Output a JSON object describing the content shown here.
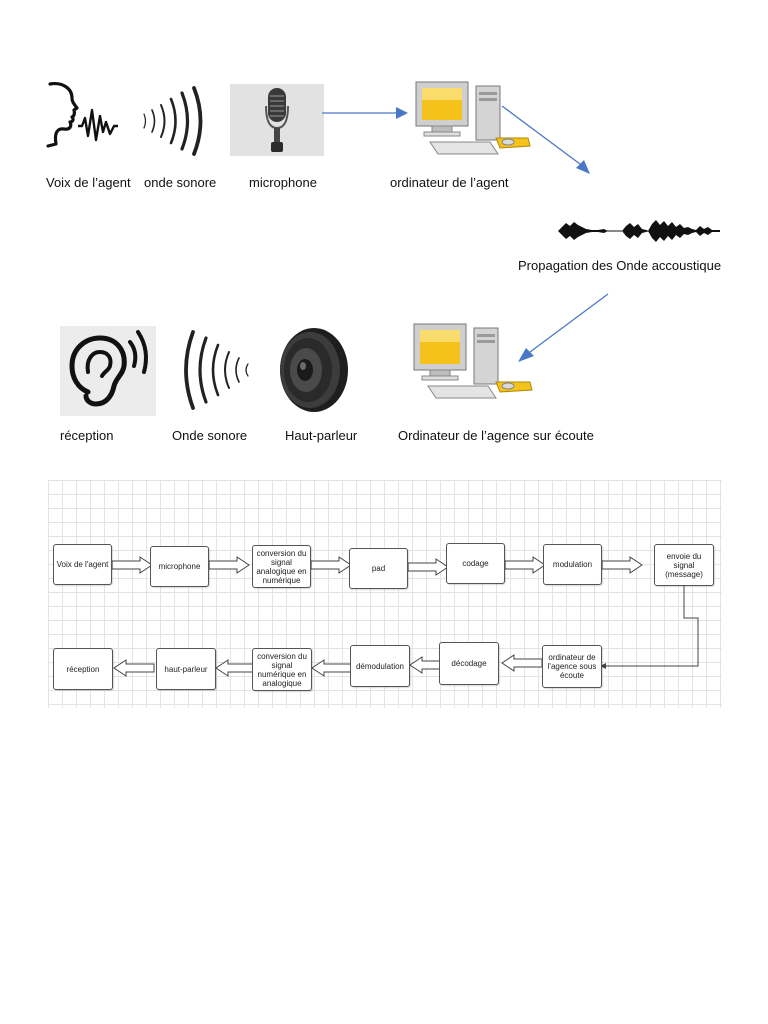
{
  "top_row": {
    "captions": [
      "Voix de l’agent",
      "onde sonore",
      "microphone",
      "ordinateur de l’agent"
    ]
  },
  "propagation": {
    "caption": "Propagation des Onde accoustique"
  },
  "bottom_row": {
    "captions": [
      "réception",
      "Onde sonore",
      "Haut-parleur",
      "Ordinateur de l’agence sur écoute"
    ]
  },
  "flowchart": {
    "row1": [
      "Voix de l'agent",
      "microphone",
      "conversion du signal analogique en numérique",
      "pad",
      "codage",
      "modulation",
      "envoie du signal (message)"
    ],
    "row2": [
      "ordinateur de l'agence sous écoute",
      "décodage",
      "démodulation",
      "conversion du signal numérique en analogique",
      "haut-parleur",
      "réception"
    ]
  },
  "colors": {
    "arrow_blue": "#4a78c8",
    "screen_yellow": "#f4c21a",
    "box_border": "#555555"
  },
  "icons": [
    "speaking-head-icon",
    "sound-wave-icon",
    "microphone-icon",
    "desktop-computer-icon",
    "waveform-icon",
    "ear-icon",
    "speaker-icon"
  ]
}
